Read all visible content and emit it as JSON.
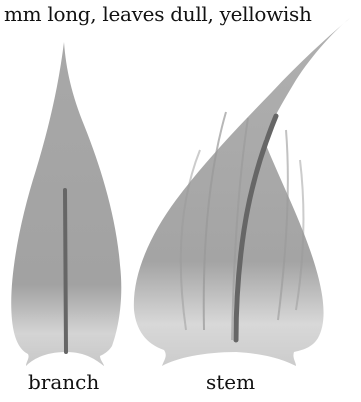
{
  "caption": "mm long, leaves dull,  yellowish",
  "labels": {
    "branch": "branch",
    "stem": "stem"
  },
  "colors": {
    "leaf_fill": "#a9a9a9",
    "leaf_light": "#dcdcdc",
    "midrib": "#6e6e6e"
  }
}
